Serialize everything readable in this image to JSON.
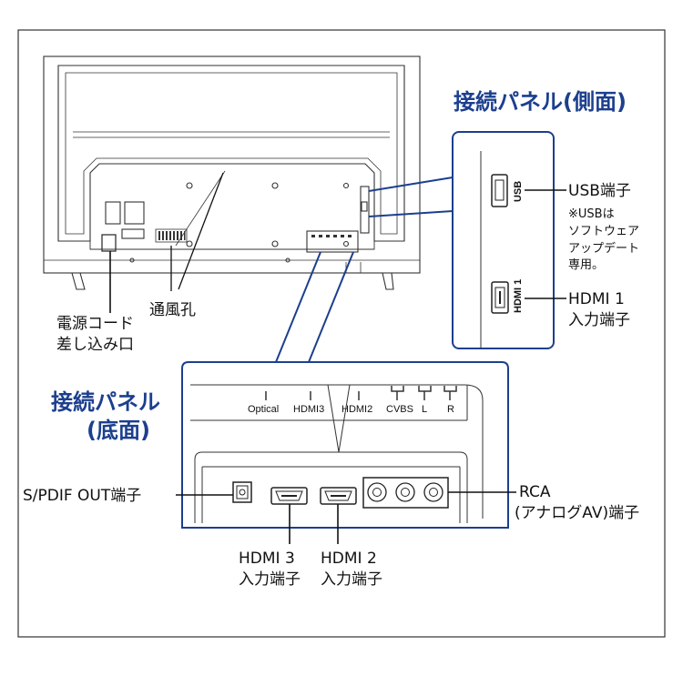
{
  "colors": {
    "accent_blue": "#1c3f8e",
    "line": "#222222"
  },
  "panel_side": {
    "title": "接続パネル(側面)",
    "usb_port_label": "USB",
    "hdmi1_port_label": "HDMI 1",
    "usb_callout": "USB端子",
    "usb_note": [
      "※USBは",
      "ソフトウェア",
      "アップデート",
      "専用。"
    ],
    "hdmi1_callout": [
      "HDMI 1",
      "入力端子"
    ]
  },
  "panel_bottom": {
    "title": [
      "接続パネル",
      "(底面)"
    ],
    "port_labels": [
      "Optical",
      "HDMI3",
      "HDMI2",
      "CVBS",
      "L",
      "R"
    ],
    "spdif_callout": "S/PDIF OUT端子",
    "rca_callout": [
      "RCA",
      "(アナログAV)端子"
    ],
    "hdmi3_callout": [
      "HDMI 3",
      "入力端子"
    ],
    "hdmi2_callout": [
      "HDMI 2",
      "入力端子"
    ]
  },
  "tv_back": {
    "vent_callout": "通風孔",
    "power_callout": [
      "電源コード",
      "差し込み口"
    ]
  }
}
